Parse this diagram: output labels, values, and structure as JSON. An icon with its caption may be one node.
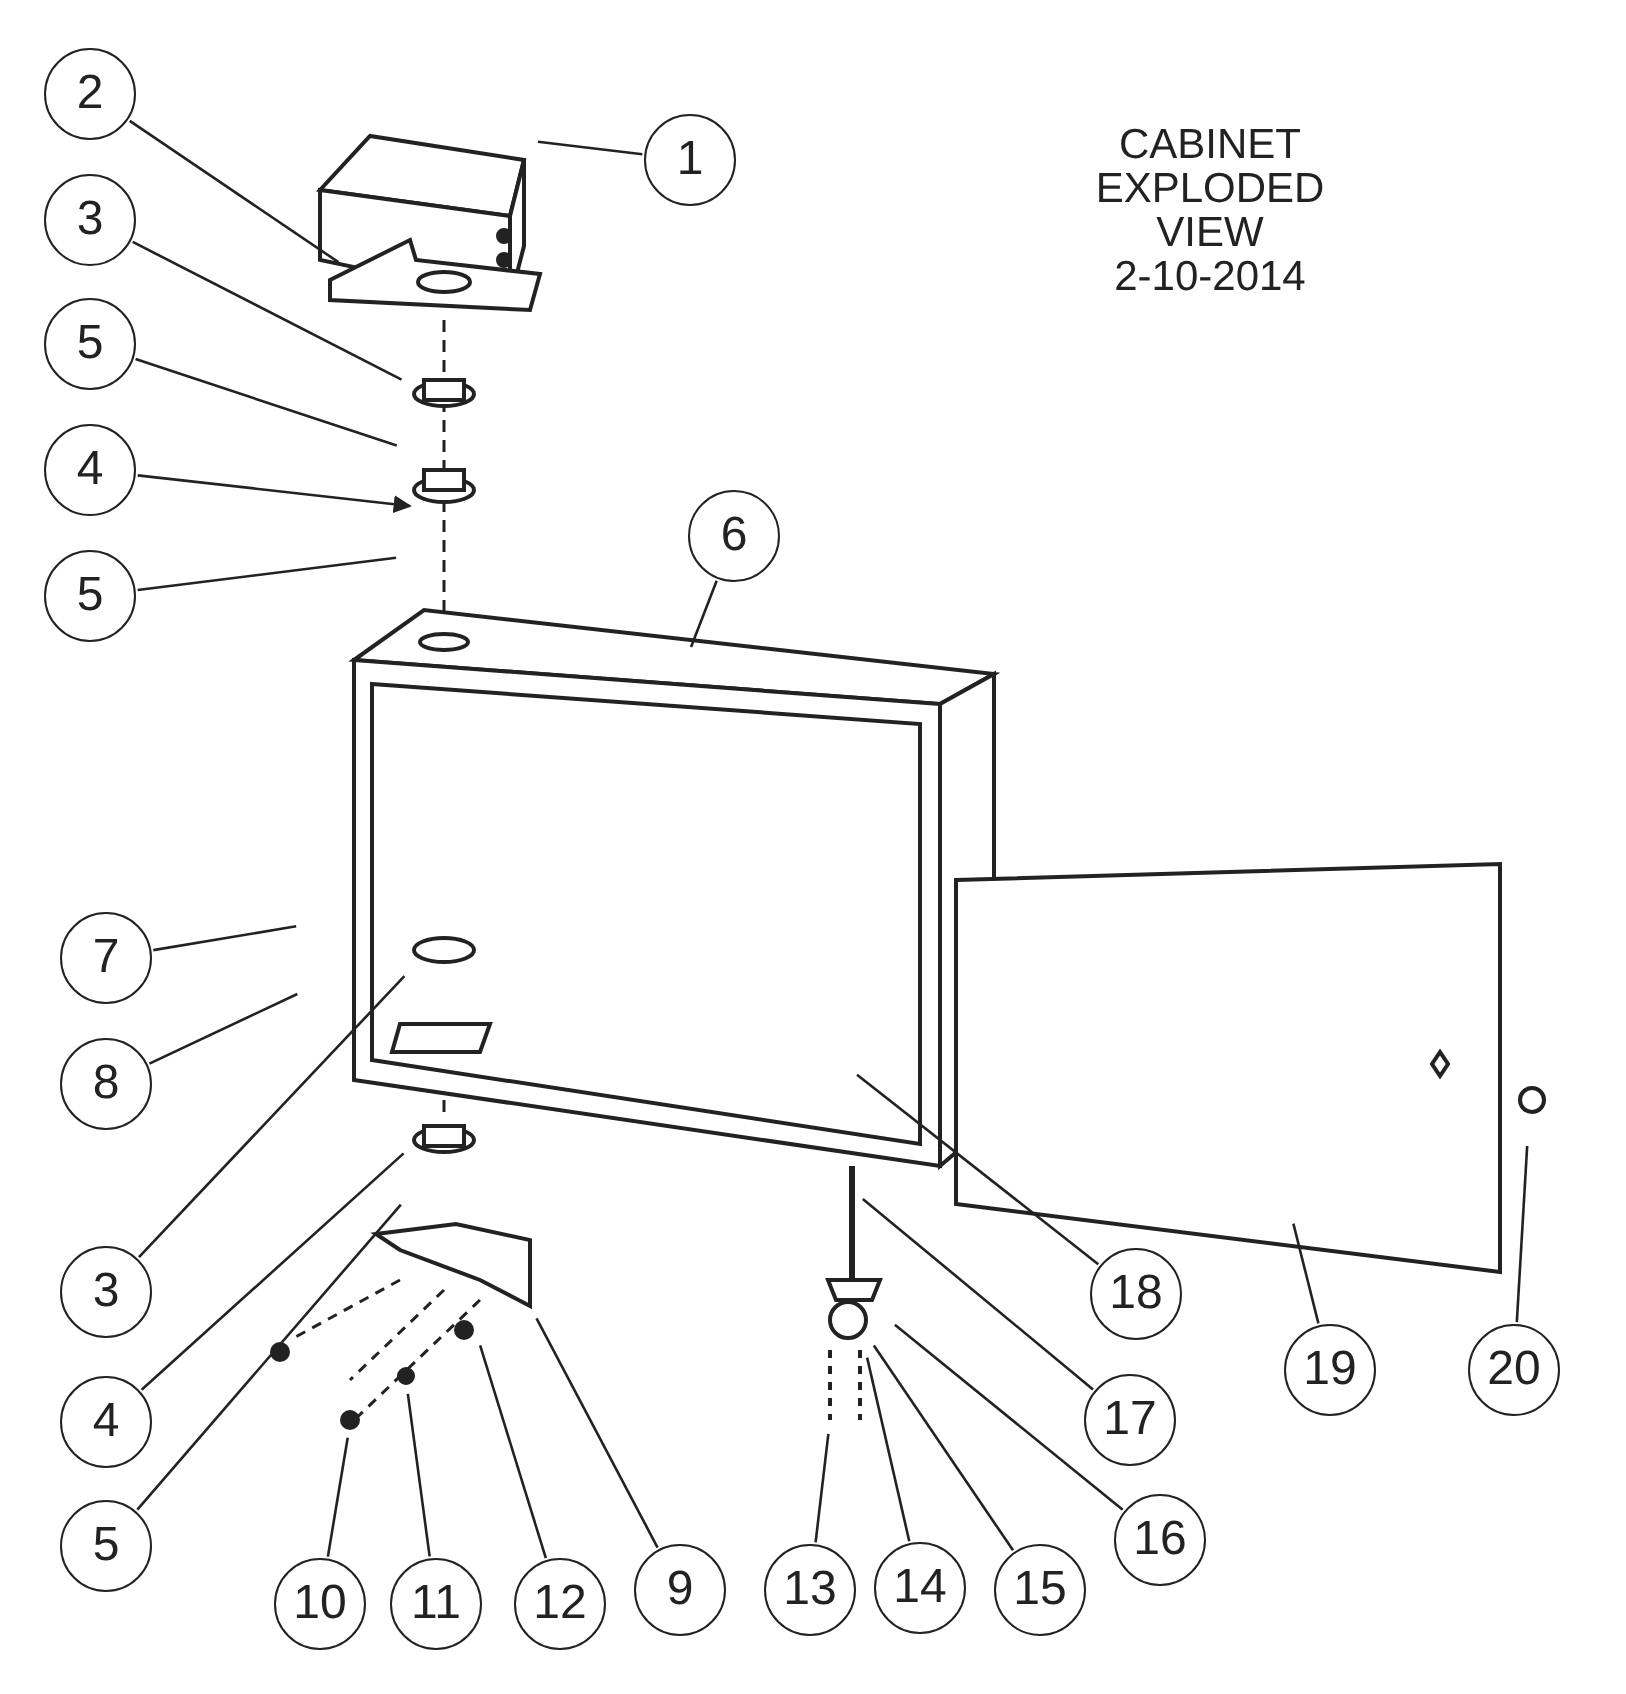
{
  "diagram": {
    "title": "CABINET EXPLODED VIEW",
    "nodes": [
      {
        "text": [
          "2"
        ]
      },
      {
        "text": [
          "1"
        ]
      },
      {
        "text": [
          "3"
        ]
      },
      {
        "text": [
          "5"
        ]
      },
      {
        "text": [
          "4"
        ]
      },
      {
        "text": [
          "6"
        ]
      },
      {
        "text": [
          "5"
        ]
      },
      {
        "text": [
          "7"
        ]
      },
      {
        "text": [
          "8"
        ]
      },
      {
        "text": [
          "3"
        ]
      },
      {
        "text": [
          "18"
        ]
      },
      {
        "text": [
          "19"
        ]
      },
      {
        "text": [
          "20"
        ]
      },
      {
        "text": [
          "17"
        ]
      },
      {
        "text": [
          "4"
        ]
      },
      {
        "text": [
          "16"
        ]
      },
      {
        "text": [
          "5"
        ]
      },
      {
        "text": [
          "9"
        ]
      },
      {
        "text": [
          "13"
        ]
      },
      {
        "text": [
          "14"
        ]
      },
      {
        "text": [
          "15"
        ]
      },
      {
        "text": [
          "10"
        ]
      },
      {
        "text": [
          "11"
        ]
      },
      {
        "text": [
          "12"
        ]
      }
    ],
    "edges": [
      {
        "from": 0,
        "to": null,
        "arrow": "none"
      },
      {
        "from": 1,
        "to": null,
        "arrow": "none"
      },
      {
        "from": 2,
        "to": null,
        "arrow": "none"
      },
      {
        "from": 3,
        "to": null,
        "arrow": "none"
      },
      {
        "from": 4,
        "to": null,
        "arrow": "to"
      },
      {
        "from": 5,
        "to": null,
        "arrow": "none"
      },
      {
        "from": 6,
        "to": null,
        "arrow": "none"
      },
      {
        "from": 7,
        "to": null,
        "arrow": "none"
      },
      {
        "from": 8,
        "to": null,
        "arrow": "none"
      },
      {
        "from": 9,
        "to": null,
        "arrow": "none"
      },
      {
        "from": 10,
        "to": null,
        "arrow": "none"
      },
      {
        "from": 11,
        "to": null,
        "arrow": "none"
      },
      {
        "from": 12,
        "to": null,
        "arrow": "none"
      },
      {
        "from": 13,
        "to": null,
        "arrow": "none"
      },
      {
        "from": 14,
        "to": null,
        "arrow": "none"
      },
      {
        "from": 15,
        "to": null,
        "arrow": "none"
      },
      {
        "from": 16,
        "to": null,
        "arrow": "none"
      },
      {
        "from": 17,
        "to": null,
        "arrow": "none"
      },
      {
        "from": 18,
        "to": null,
        "arrow": "none"
      },
      {
        "from": 19,
        "to": null,
        "arrow": "none"
      },
      {
        "from": 20,
        "to": null,
        "arrow": "none"
      },
      {
        "from": 21,
        "to": null,
        "arrow": "none"
      },
      {
        "from": 22,
        "to": null,
        "arrow": "none"
      },
      {
        "from": 23,
        "to": null,
        "arrow": "none"
      }
    ],
    "labels": [
      "2-10-2014"
    ]
  }
}
